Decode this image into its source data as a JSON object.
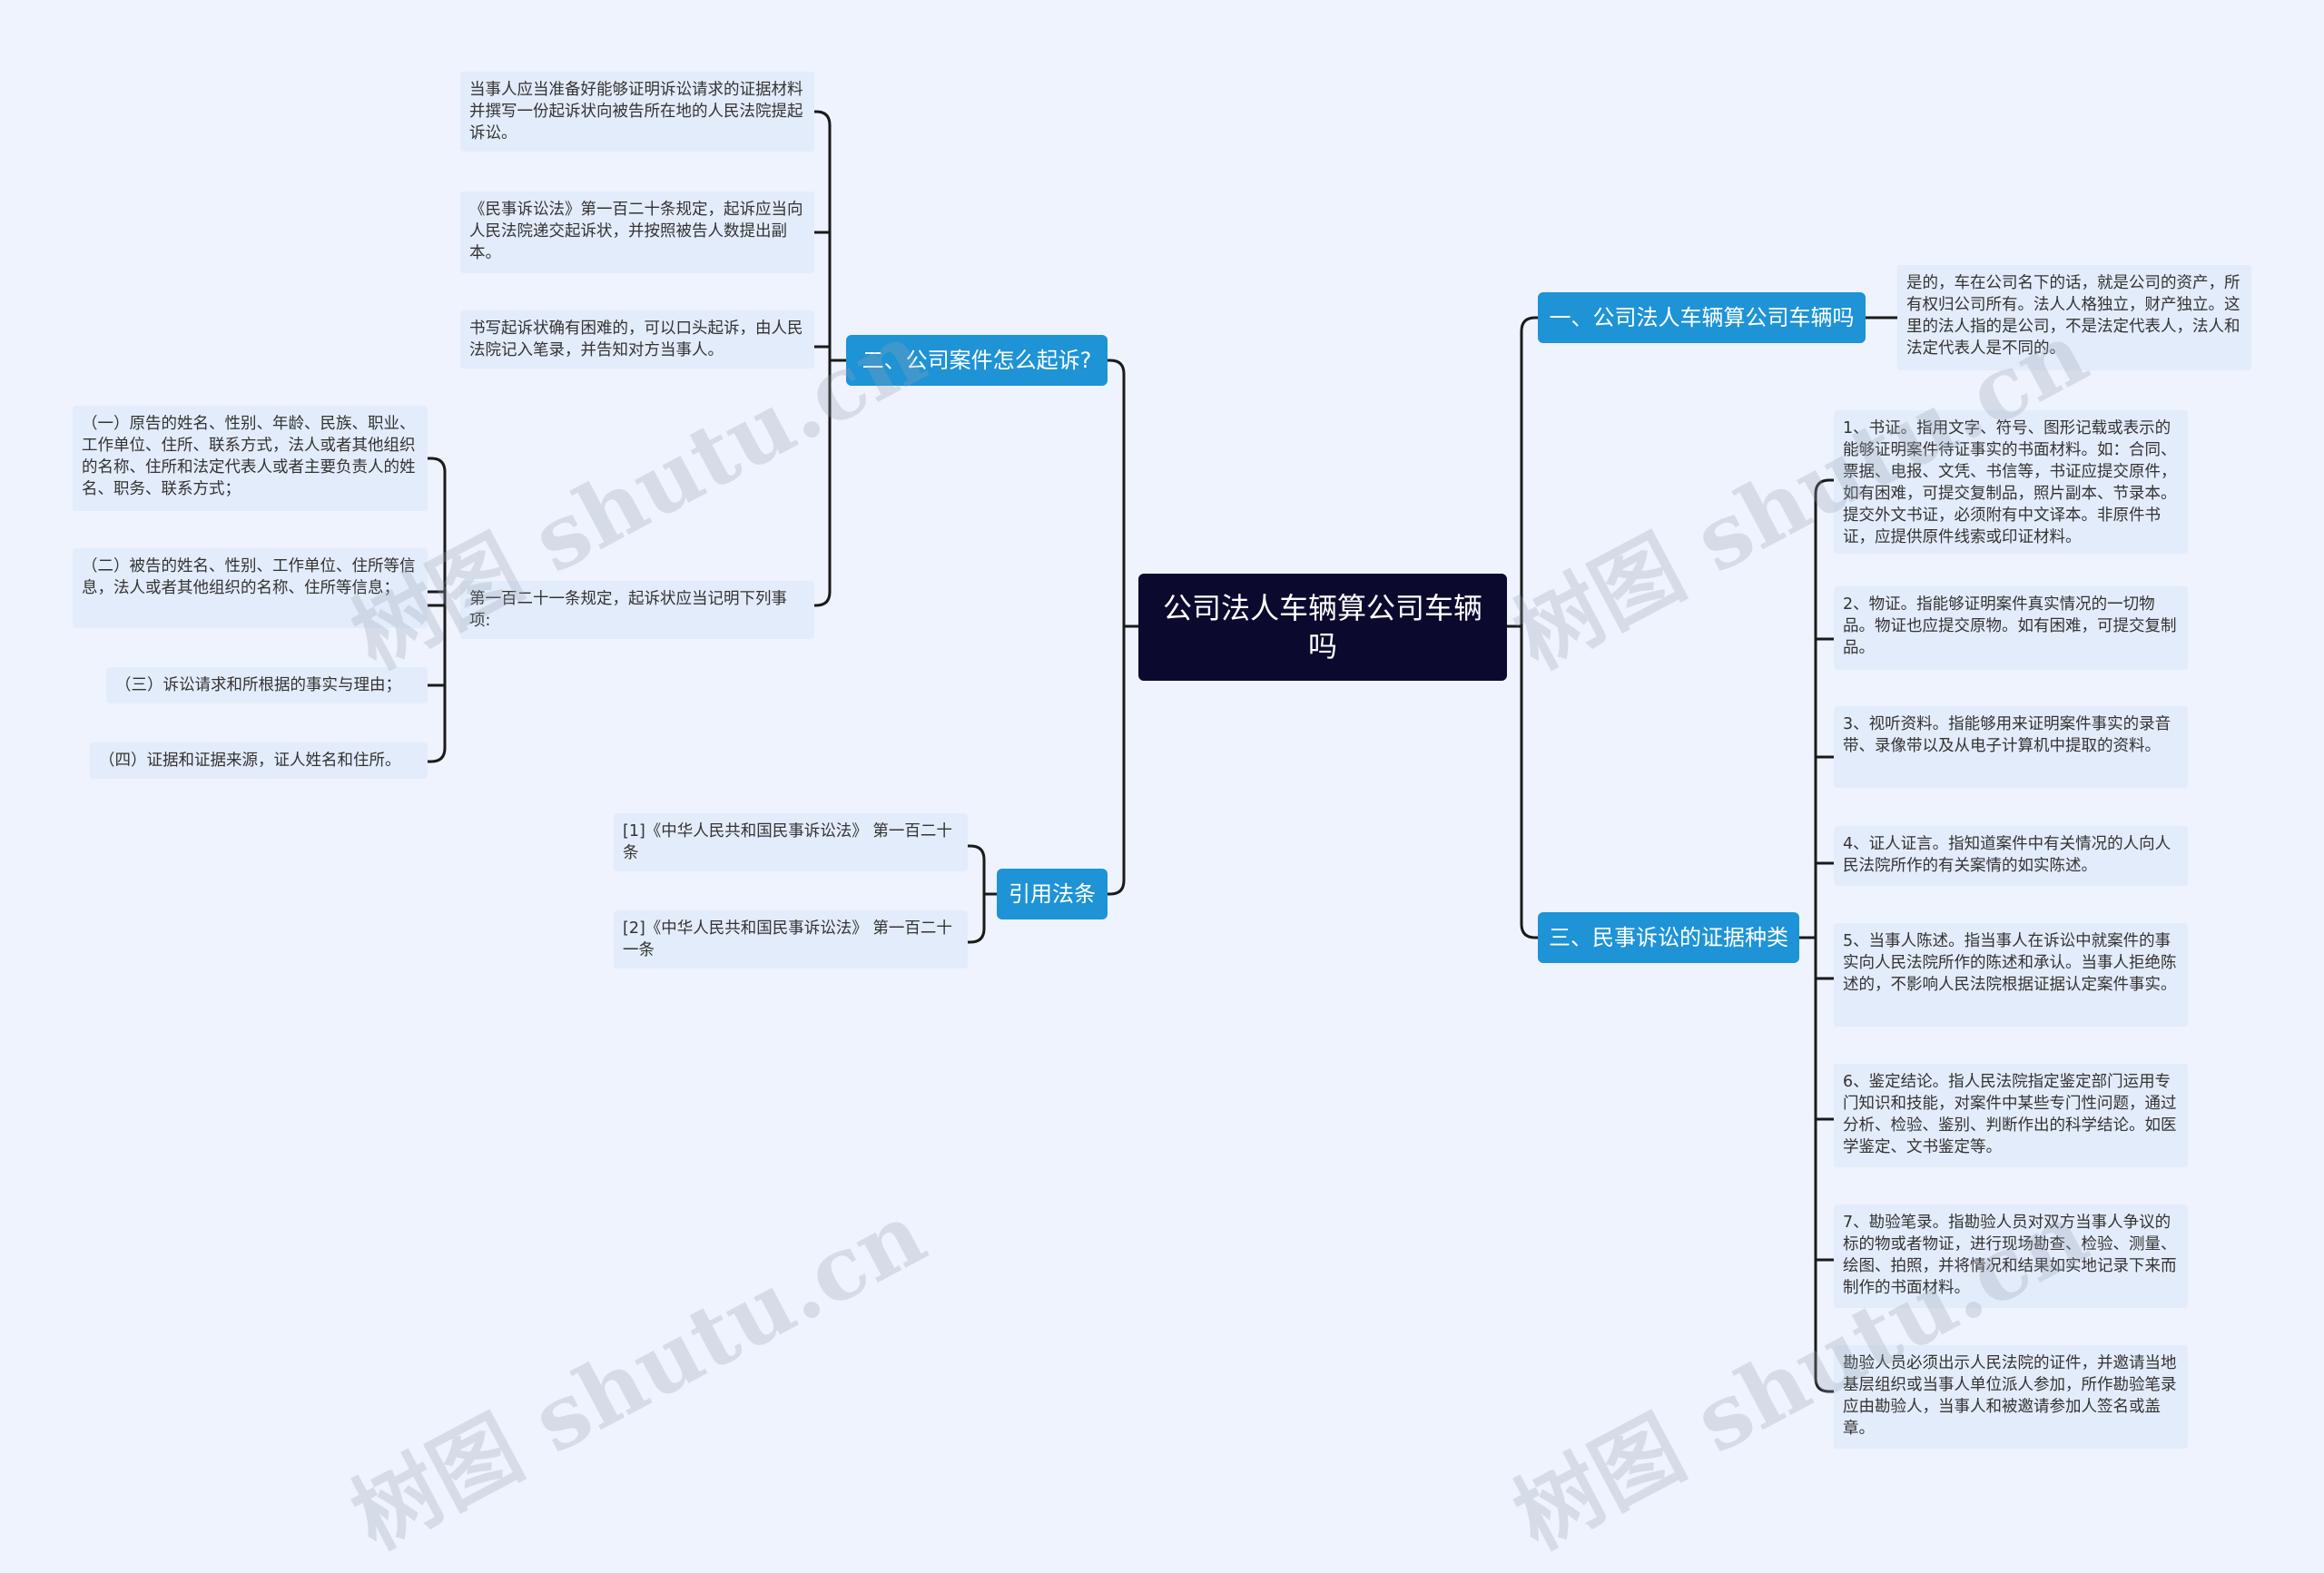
{
  "root": {
    "title": "公司法人车辆算公司车辆吗"
  },
  "branches": {
    "b1": {
      "label": "一、公司法人车辆算公司车辆吗"
    },
    "b2": {
      "label": "二、公司案件怎么起诉?"
    },
    "b3": {
      "label": "三、民事诉讼的证据种类"
    },
    "b4": {
      "label": "引用法条"
    }
  },
  "b1_items": {
    "i1": "是的，车在公司名下的话，就是公司的资产，所有权归公司所有。法人人格独立，财产独立。这里的法人指的是公司，不是法定代表人，法人和法定代表人是不同的。"
  },
  "b2_items": {
    "i1": "当事人应当准备好能够证明诉讼请求的证据材料并撰写一份起诉状向被告所在地的人民法院提起诉讼。",
    "i2": "《民事诉讼法》第一百二十条规定，起诉应当向人民法院递交起诉状，并按照被告人数提出副本。",
    "i3": "书写起诉状确有困难的，可以口头起诉，由人民法院记入笔录，并告知对方当事人。",
    "i4": "第一百二十一条规定，起诉状应当记明下列事项:"
  },
  "b2_sub": {
    "s1": "（一）原告的姓名、性别、年龄、民族、职业、工作单位、住所、联系方式，法人或者其他组织的名称、住所和法定代表人或者主要负责人的姓名、职务、联系方式；",
    "s2": "（二）被告的姓名、性别、工作单位、住所等信息，法人或者其他组织的名称、住所等信息；",
    "s3": "（三）诉讼请求和所根据的事实与理由；",
    "s4": "（四）证据和证据来源，证人姓名和住所。"
  },
  "b3_items": {
    "i1": "1、书证。指用文字、符号、图形记载或表示的能够证明案件待证事实的书面材料。如：合同、票据、电报、文凭、书信等，书证应提交原件，如有困难，可提交复制品，照片副本、节录本。提交外文书证，必须附有中文译本。非原件书证，应提供原件线索或印证材料。",
    "i2": "2、物证。指能够证明案件真实情况的一切物品。物证也应提交原物。如有困难，可提交复制品。",
    "i3": "3、视听资料。指能够用来证明案件事实的录音带、录像带以及从电子计算机中提取的资料。",
    "i4": "4、证人证言。指知道案件中有关情况的人向人民法院所作的有关案情的如实陈述。",
    "i5": "5、当事人陈述。指当事人在诉讼中就案件的事实向人民法院所作的陈述和承认。当事人拒绝陈述的，不影响人民法院根据证据认定案件事实。",
    "i6": "6、鉴定结论。指人民法院指定鉴定部门运用专门知识和技能，对案件中某些专门性问题，通过分析、检验、鉴别、判断作出的科学结论。如医学鉴定、文书鉴定等。",
    "i7": "7、勘验笔录。指勘验人员对双方当事人争议的标的物或者物证，进行现场勘查、检验、测量、绘图、拍照，并将情况和结果如实地记录下来而制作的书面材料。",
    "i8": "勘验人员必须出示人民法院的证件，并邀请当地基层组织或当事人单位派人参加，所作勘验笔录应由勘验人，当事人和被邀请参加人签名或盖章。"
  },
  "b4_items": {
    "i1": "[1]《中华人民共和国民事诉讼法》 第一百二十条",
    "i2": "[2]《中华人民共和国民事诉讼法》 第一百二十一条"
  },
  "watermark": {
    "text": "树图 shutu.cn"
  },
  "colors": {
    "background": "#eef3fd",
    "root": "#0b0a2e",
    "branch": "#1e93d6",
    "leaf": "#e3ecfa",
    "line": "#1a1a1a"
  }
}
